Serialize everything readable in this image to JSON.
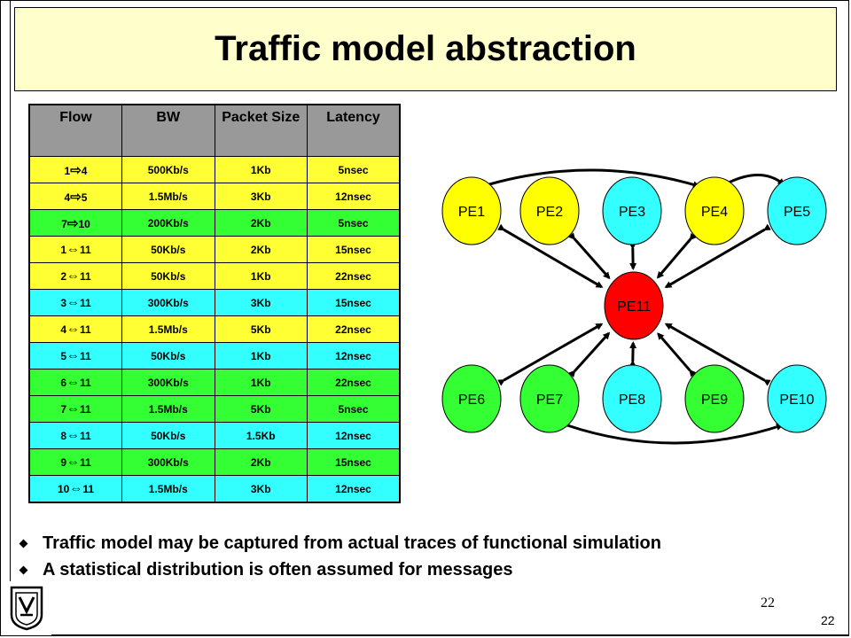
{
  "slide": {
    "title": "Traffic model abstraction",
    "page_number_center": "22",
    "page_number_corner": "22"
  },
  "table": {
    "headers": [
      "Flow",
      "BW",
      "Packet Size",
      "Latency"
    ],
    "rows": [
      {
        "src": "1",
        "arrow": "⇨",
        "dst": "4",
        "bw": "500Kb/s",
        "size": "1Kb",
        "latency": "5nsec",
        "color": "yellow"
      },
      {
        "src": "4",
        "arrow": "⇨",
        "dst": "5",
        "bw": "1.5Mb/s",
        "size": "3Kb",
        "latency": "12nsec",
        "color": "yellow"
      },
      {
        "src": "7",
        "arrow": "⇨",
        "dst": "10",
        "bw": "200Kb/s",
        "size": "2Kb",
        "latency": "5nsec",
        "color": "green"
      },
      {
        "src": "1",
        "arrow": "⇔",
        "dst": "11",
        "bw": "50Kb/s",
        "size": "2Kb",
        "latency": "15nsec",
        "color": "yellow"
      },
      {
        "src": "2",
        "arrow": "⇔",
        "dst": "11",
        "bw": "50Kb/s",
        "size": "1Kb",
        "latency": "22nsec",
        "color": "yellow"
      },
      {
        "src": "3",
        "arrow": "⇔",
        "dst": "11",
        "bw": "300Kb/s",
        "size": "3Kb",
        "latency": "15nsec",
        "color": "cyan"
      },
      {
        "src": "4",
        "arrow": "⇔",
        "dst": "11",
        "bw": "1.5Mb/s",
        "size": "5Kb",
        "latency": "22nsec",
        "color": "yellow"
      },
      {
        "src": "5",
        "arrow": "⇔",
        "dst": "11",
        "bw": "50Kb/s",
        "size": "1Kb",
        "latency": "12nsec",
        "color": "cyan"
      },
      {
        "src": "6",
        "arrow": "⇔",
        "dst": "11",
        "bw": "300Kb/s",
        "size": "1Kb",
        "latency": "22nsec",
        "color": "green"
      },
      {
        "src": "7",
        "arrow": "⇔",
        "dst": "11",
        "bw": "1.5Mb/s",
        "size": "5Kb",
        "latency": "5nsec",
        "color": "green"
      },
      {
        "src": "8",
        "arrow": "⇔",
        "dst": "11",
        "bw": "50Kb/s",
        "size": "1.5Kb",
        "latency": "12nsec",
        "color": "cyan"
      },
      {
        "src": "9",
        "arrow": "⇔",
        "dst": "11",
        "bw": "300Kb/s",
        "size": "2Kb",
        "latency": "15nsec",
        "color": "green"
      },
      {
        "src": "10",
        "arrow": "⇔",
        "dst": "11",
        "bw": "1.5Mb/s",
        "size": "3Kb",
        "latency": "12nsec",
        "color": "cyan"
      }
    ]
  },
  "graph": {
    "nodes": [
      {
        "label": "PE1",
        "color": "#ffff00"
      },
      {
        "label": "PE2",
        "color": "#ffff00"
      },
      {
        "label": "PE3",
        "color": "#33ffff"
      },
      {
        "label": "PE4",
        "color": "#ffff00"
      },
      {
        "label": "PE5",
        "color": "#33ffff"
      },
      {
        "label": "PE6",
        "color": "#33ff33"
      },
      {
        "label": "PE7",
        "color": "#33ff33"
      },
      {
        "label": "PE8",
        "color": "#33ffff"
      },
      {
        "label": "PE9",
        "color": "#33ff33"
      },
      {
        "label": "PE10",
        "color": "#33ffff"
      },
      {
        "label": "PE11",
        "color": "#ff0000"
      }
    ]
  },
  "bullets": [
    "Traffic model may be captured from actual traces of functional simulation",
    "A  statistical distribution is often assumed for messages"
  ],
  "logo": {
    "icon": "technion-logo-icon"
  }
}
